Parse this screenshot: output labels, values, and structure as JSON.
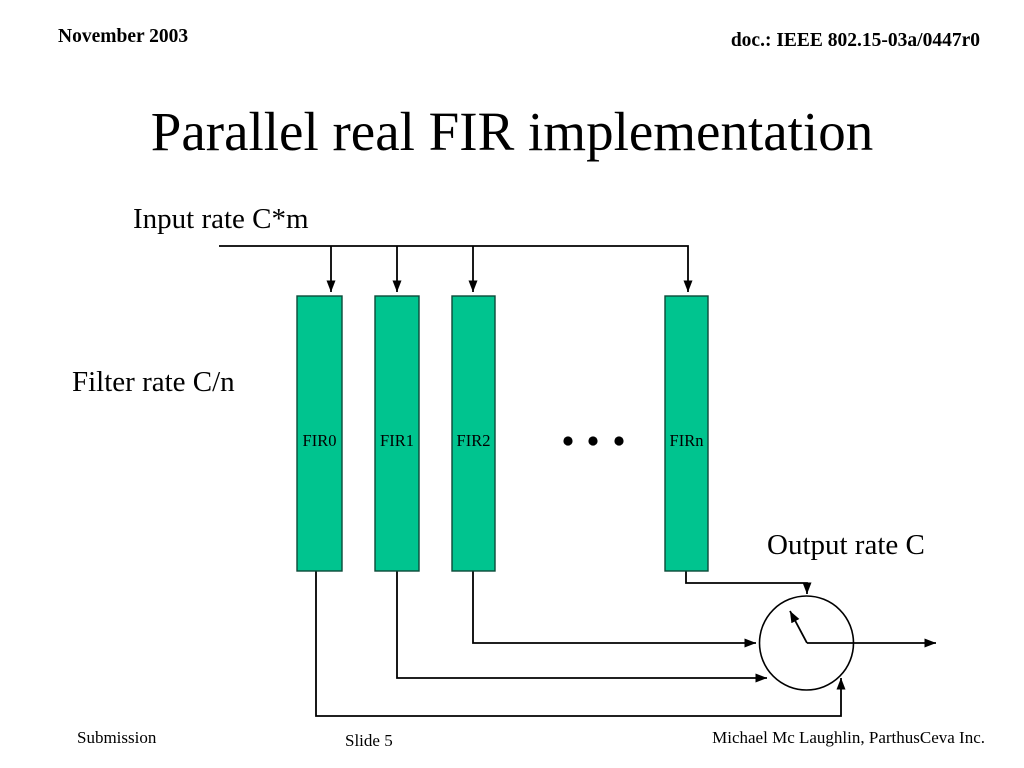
{
  "header": {
    "date": "November 2003",
    "doc_number": "doc.: IEEE 802.15-03a/0447r0"
  },
  "title": "Parallel real FIR implementation",
  "diagram": {
    "input_rate_label": "Input rate C*m",
    "filter_rate_label": "Filter rate C/n",
    "output_rate_label": "Output rate C",
    "fir_blocks": [
      "FIR0",
      "FIR1",
      "FIR2",
      "FIRn"
    ],
    "ellipsis_dot_count": 3
  },
  "footer": {
    "submission": "Submission",
    "slide_number": "Slide 5",
    "author": "Michael Mc Laughlin, ParthusCeva Inc."
  },
  "colors": {
    "fir_fill": "#00C48F",
    "fir_border": "#0B4A38",
    "line": "#000000",
    "background": "#FFFFFF"
  }
}
